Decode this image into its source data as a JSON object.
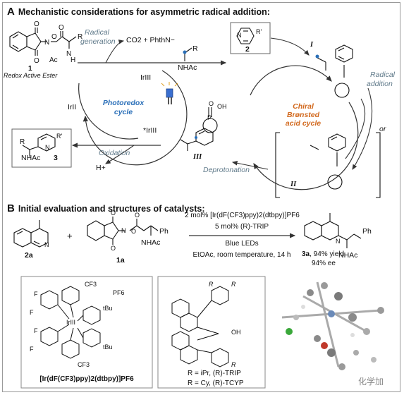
{
  "section_a": {
    "letter": "A",
    "title": "Mechanistic considerations for asymmetric radical addition:",
    "compound_1_number": "1",
    "compound_1_caption": "Redox Active Ester",
    "radical_generation": [
      "Radical",
      "generation"
    ],
    "co2_products": "CO2 + PhthN−",
    "radical_label_r": "R",
    "radical_label_nhac": "NHAc",
    "compound_2_number": "2",
    "compound_2_r": "R'",
    "ir_iii_top": "IrIII",
    "ir_ii": "IrII",
    "ir_iii_star": "*IrIII",
    "photoredox_cycle": [
      "Photoredox",
      "cycle"
    ],
    "product_3_number": "3",
    "product_3_nhac": "NHAc",
    "oxidation": "Oxidation",
    "h_plus": "H+",
    "intermediate_iii": "III",
    "deprotonation": "Deprotonation",
    "chiral_cycle": [
      "Chiral",
      "Brønsted",
      "acid cycle"
    ],
    "intermediate_i": "I",
    "intermediate_ii": "II",
    "radical_addition": [
      "Radical",
      "addition"
    ],
    "or_label": "or",
    "acid_oh": "OH",
    "acid_p": "P",
    "acid_o": "O"
  },
  "section_b": {
    "letter": "B",
    "title": "Initial evaluation and structures of catalysts:",
    "sub_2a": "2a",
    "plus": "+",
    "sub_1a": "1a",
    "ph": "Ph",
    "nhac": "NHAc",
    "cond_line1": "2 mol% [Ir(dF(CF3)ppy)2(dtbpy)]PF6",
    "cond_line2": "5 mol% (R)-TRIP",
    "cond_line3": "Blue LEDs",
    "cond_line4": "EtOAc, room temperature, 14 h",
    "product_label": "3a",
    "product_yield": ", 94% yield",
    "product_ee": "94% ee",
    "ir_catalyst_name": "[Ir(dF(CF3)ppy)2(dtbpy)]PF6",
    "ir_cf3": "CF3",
    "ir_pf6": "PF6",
    "ir_tbu": "tBu",
    "ir_f": "F",
    "ir_center": "IrIII",
    "trip_line1": "R = iPr, (R)-TRIP",
    "trip_line2": "R = Cy, (R)-TCYP",
    "trip_r": "R",
    "trip_oh": "OH",
    "watermark": "化学加"
  },
  "colors": {
    "blue": "#2a6fb8",
    "orange": "#d2691e",
    "gray_text": "#607a8a",
    "arrow": "#333333"
  }
}
